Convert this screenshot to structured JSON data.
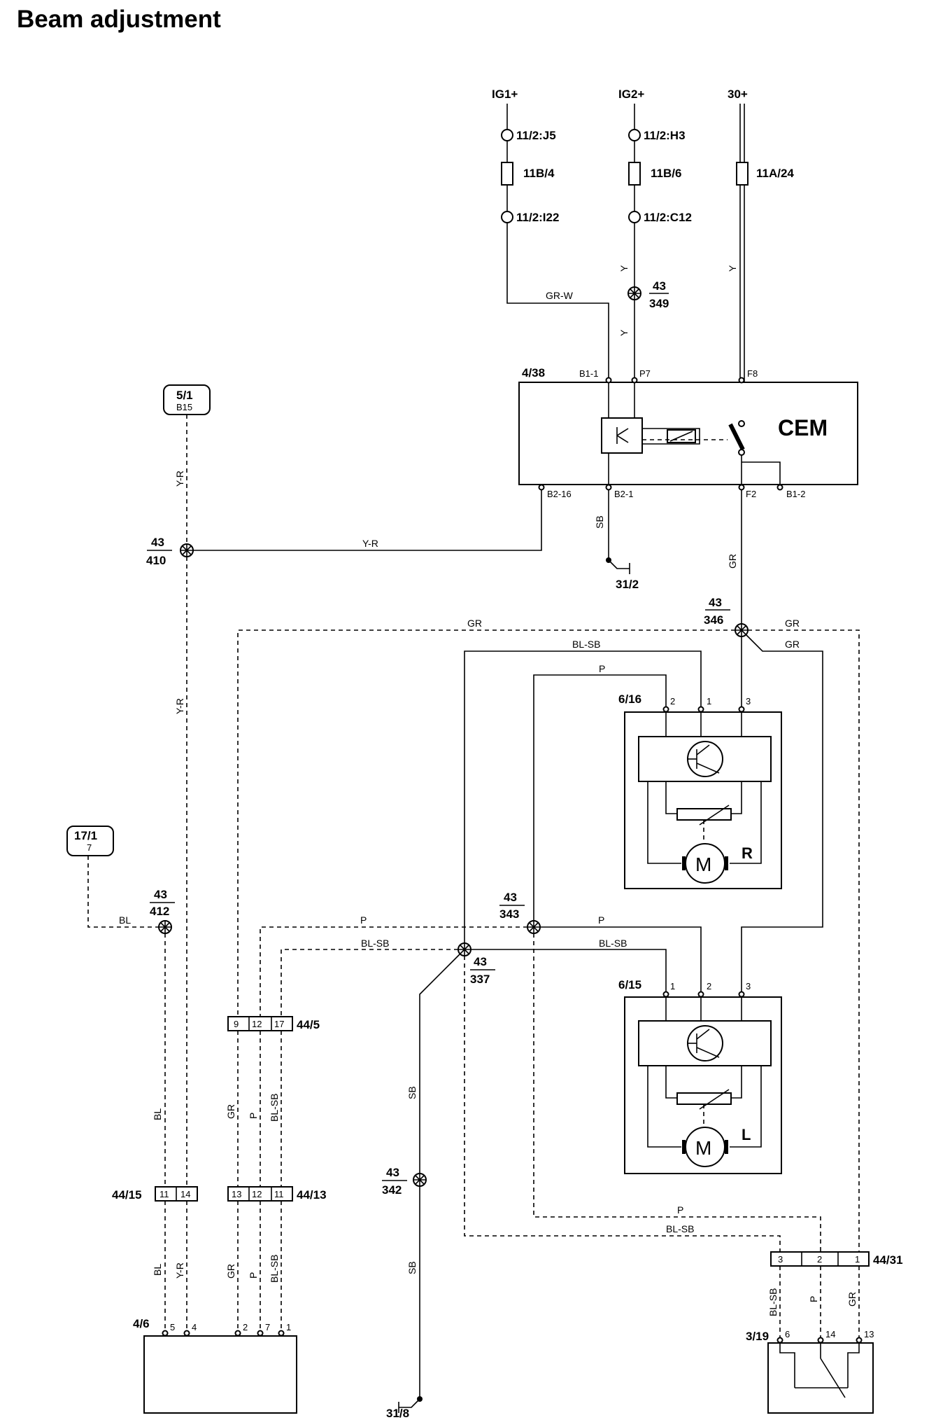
{
  "title": "Beam adjustment",
  "supplies": {
    "ig1": "IG1+",
    "ig2": "IG2+",
    "b30": "30+"
  },
  "connectors": {
    "c_j5": "11/2:J5",
    "c_i22": "11/2:I22",
    "c_h3": "11/2:H3",
    "c_c12": "11/2:C12"
  },
  "fuses": {
    "f1": "11B/4",
    "f2": "11B/6",
    "f3": "11A/24"
  },
  "splices": {
    "s349": {
      "a": "43",
      "b": "349"
    },
    "s410": {
      "a": "43",
      "b": "410"
    },
    "s346": {
      "a": "43",
      "b": "346"
    },
    "s412": {
      "a": "43",
      "b": "412"
    },
    "s343": {
      "a": "43",
      "b": "343"
    },
    "s337": {
      "a": "43",
      "b": "337"
    },
    "s342": {
      "a": "43",
      "b": "342"
    }
  },
  "cem": {
    "id": "4/38",
    "label": "CEM",
    "pins": {
      "b1_1": "B1-1",
      "p7": "P7",
      "f8": "F8",
      "b2_16": "B2-16",
      "b2_1": "B2-1",
      "f2": "F2",
      "b1_2": "B1-2"
    }
  },
  "grounds": {
    "g1": "31/2",
    "g2": "31/8"
  },
  "plugs": {
    "p51": {
      "id": "5/1",
      "pin": "B15"
    },
    "p171": {
      "id": "17/1",
      "pin": "7"
    }
  },
  "actuators": {
    "right": {
      "id": "6/16",
      "side": "R",
      "pins": [
        "2",
        "1",
        "3"
      ],
      "motor": "M"
    },
    "left": {
      "id": "6/15",
      "side": "L",
      "pins": [
        "1",
        "2",
        "3"
      ],
      "motor": "M"
    }
  },
  "strips": {
    "s445": {
      "id": "44/5",
      "pins": [
        "9",
        "12",
        "17"
      ]
    },
    "s4415": {
      "id": "44/15",
      "pins": [
        "11",
        "14"
      ]
    },
    "s4413": {
      "id": "44/13",
      "pins": [
        "13",
        "12",
        "11"
      ]
    },
    "s4431": {
      "id": "44/31",
      "pins": [
        "3",
        "2",
        "1"
      ]
    }
  },
  "modules": {
    "m46": {
      "id": "4/6",
      "pins": [
        "5",
        "4",
        "2",
        "7",
        "1"
      ]
    },
    "m319": {
      "id": "3/19",
      "pins": [
        "6",
        "14",
        "13"
      ]
    }
  },
  "wire_colors": {
    "grw": "GR-W",
    "y": "Y",
    "yr": "Y-R",
    "sb": "SB",
    "gr": "GR",
    "blsb": "BL-SB",
    "p": "P",
    "bl": "BL"
  }
}
